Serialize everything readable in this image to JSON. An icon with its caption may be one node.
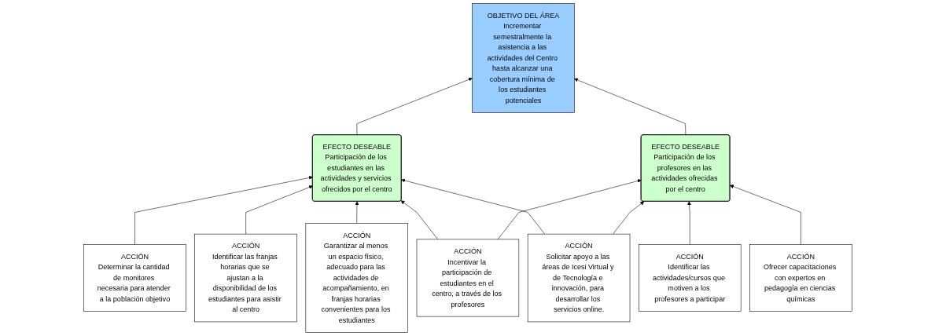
{
  "diagram": {
    "nodes": [
      {
        "text": [
          "OBJETIVO DEL ÁREA",
          "Incrementar semestralmente la asistencia a las actividades del Centro hasta alcanzar una cobertura mínima de los estudiantes potenciales"
        ]
      },
      {
        "text": [
          "EFECTO DESEABLE",
          "Participación de los estudiantes en las actividades y servicios ofrecidos por el centro"
        ]
      },
      {
        "text": [
          "EFECTO DESEABLE",
          "Participación de los profesores en las actividades ofrecidas por el centro"
        ]
      },
      {
        "text": [
          "ACCIÓN",
          "Determinar la cantidad de monitores necesaria para atender a la población objetivo"
        ]
      },
      {
        "text": [
          "ACCIÓN",
          "Identificar las franjas horarias que se ajustan a la disponibilidad de los estudiantes para asistir al centro"
        ]
      },
      {
        "text": [
          "ACCIÓN",
          "Incentivar la participación de estudiantes en el centro, a través de los profesores"
        ]
      },
      {
        "text": [
          "ACCIÓN",
          "Garantizar al menos un espacio físico, adecuado para las actividades de acompañamiento, en franjas horarias convenientes para los estudiantes"
        ]
      },
      {
        "text": [
          "ACCIÓN",
          "Solicitar apoyo a las áreas de Icesi Virtual y de Tecnología e innovación, para desarrollar los servicios online."
        ]
      },
      {
        "text": [
          "ACCIÓN",
          "Identificar las actividades/cursos que motiven a los profesores a participar"
        ]
      },
      {
        "text": [
          "ACCIÓN",
          "Ofrecer capacitaciones con expertos en pedagogía en ciencias químicas"
        ]
      }
    ],
    "edges": [
      {
        "from": 1,
        "to": 0,
        "arrow": "to"
      },
      {
        "from": 2,
        "to": 0,
        "arrow": "to"
      },
      {
        "from": 3,
        "to": 1,
        "arrow": "to"
      },
      {
        "from": 4,
        "to": 1,
        "arrow": "to"
      },
      {
        "from": 5,
        "to": 1,
        "arrow": "to"
      },
      {
        "from": 5,
        "to": 2,
        "arrow": "to"
      },
      {
        "from": 6,
        "to": 1,
        "arrow": "to"
      },
      {
        "from": 7,
        "to": 1,
        "arrow": "to"
      },
      {
        "from": 7,
        "to": 2,
        "arrow": "to"
      },
      {
        "from": 8,
        "to": 2,
        "arrow": "to"
      },
      {
        "from": 9,
        "to": 2,
        "arrow": "to"
      }
    ]
  }
}
